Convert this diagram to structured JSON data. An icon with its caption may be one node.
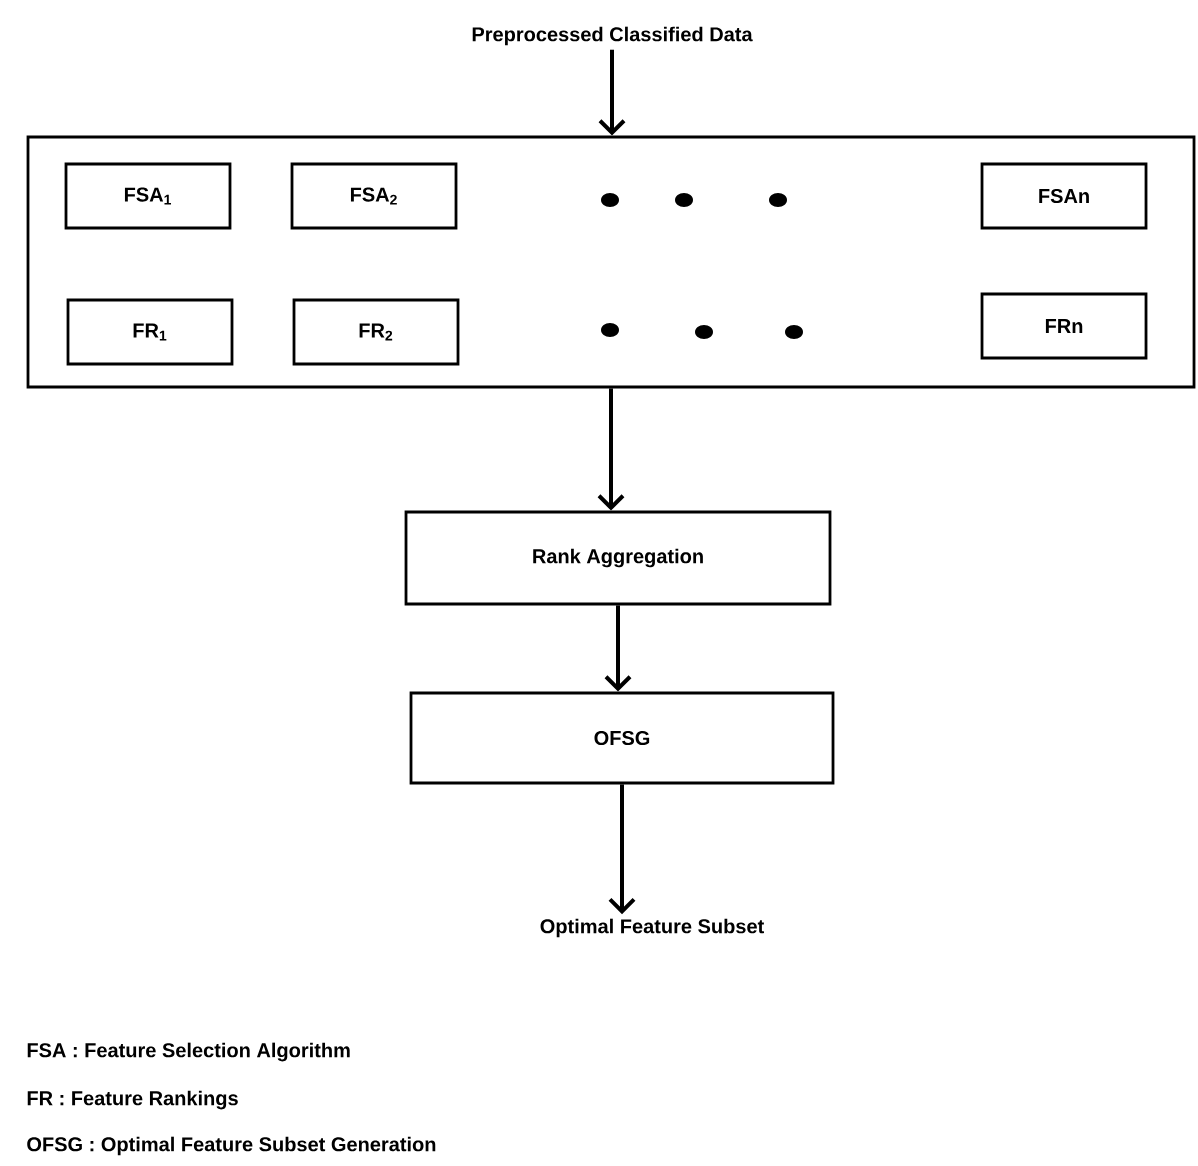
{
  "diagram": {
    "nodes": [
      {
        "text": [
          "Preprocessed Classified Data"
        ]
      },
      {
        "text": [],
        "shape": "box"
      },
      {
        "text": [
          "FSA$_{1}$"
        ],
        "in": 1
      },
      {
        "text": [
          "FSA$_{2}$"
        ],
        "in": 1
      },
      {
        "text": [
          "FSAn"
        ],
        "in": 1
      },
      {
        "text": [
          "FR$_{1}$"
        ],
        "in": 1
      },
      {
        "text": [
          "FR$_{2}$"
        ],
        "in": 1
      },
      {
        "text": [
          "FRn"
        ],
        "in": 1
      },
      {
        "text": [
          "Rank Aggregation"
        ]
      },
      {
        "text": [
          "OFSG"
        ]
      },
      {
        "text": [
          "Optimal Feature Subset"
        ]
      }
    ],
    "edges": [
      {
        "from": 0,
        "to": 1,
        "arrow": "to"
      },
      {
        "from": 1,
        "to": 8,
        "arrow": "to"
      },
      {
        "from": 8,
        "to": 9,
        "arrow": "to"
      },
      {
        "from": 9,
        "to": 10,
        "arrow": "to"
      }
    ],
    "labels": [
      "FSA : Feature Selection Algorithm",
      "FR : Feature Rankings",
      "OFSG : Optimal Feature Subset Generation"
    ]
  }
}
